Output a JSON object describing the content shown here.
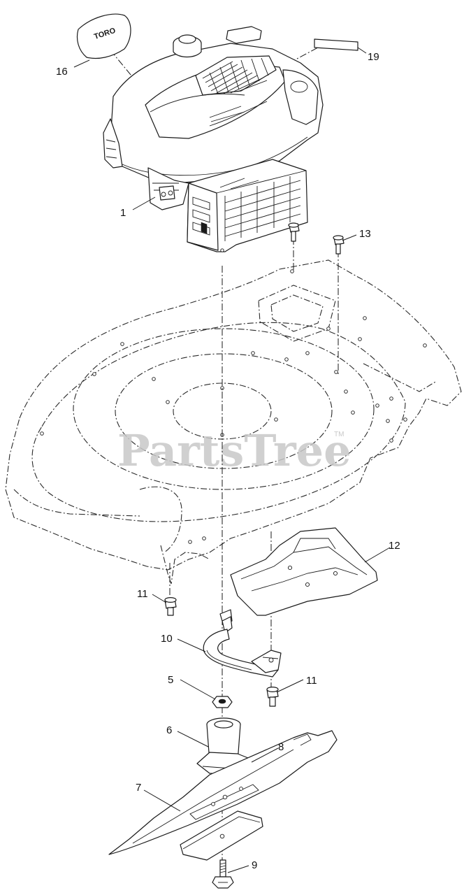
{
  "watermark": {
    "text": "PartsTree",
    "trademark": "TM"
  },
  "decal_brand": "TORO",
  "callouts": {
    "c1": "1",
    "c5": "5",
    "c6": "6",
    "c7": "7",
    "c8": "8",
    "c9": "9",
    "c10": "10",
    "c11a": "11",
    "c11b": "11",
    "c12": "12",
    "c13": "13",
    "c16": "16",
    "c19": "19"
  }
}
